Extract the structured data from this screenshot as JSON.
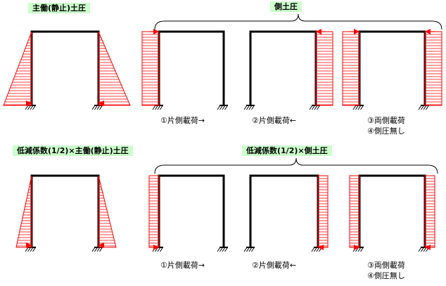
{
  "titles": {
    "row1_left": "主働(静止)土圧",
    "row1_right": "側土圧",
    "row2_left": "低減係数(1/2)×主働(静止)土圧",
    "row2_right": "低減係数(1/2)×側土圧"
  },
  "cases": {
    "case1": "①片側載荷→",
    "case2": "②片側載荷←",
    "case3": "③両側載荷",
    "case4": "④側圧無し"
  },
  "colors": {
    "frame": "#000000",
    "load": "#ff0000",
    "title_bg": "#ccffcc"
  }
}
